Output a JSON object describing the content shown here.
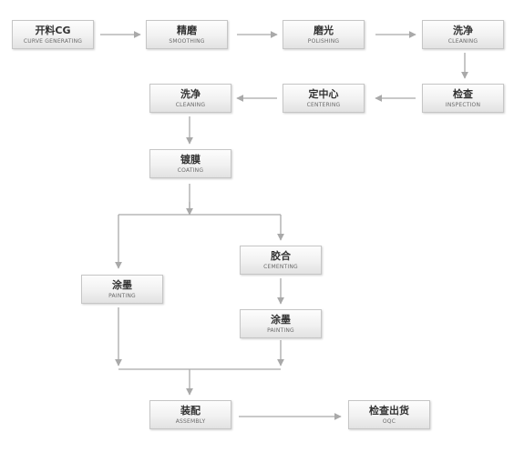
{
  "steps": {
    "curve_generating": {
      "zh": "开料CG",
      "en": "CURVE GENERATING"
    },
    "smoothing": {
      "zh": "精磨",
      "en": "SMOOTHING"
    },
    "polishing": {
      "zh": "磨光",
      "en": "POLISHING"
    },
    "cleaning_1": {
      "zh": "洗净",
      "en": "CLEANING"
    },
    "inspection": {
      "zh": "检查",
      "en": "INSPECTION"
    },
    "centering": {
      "zh": "定中心",
      "en": "CENTERING"
    },
    "cleaning_2": {
      "zh": "洗净",
      "en": "CLEANING"
    },
    "coating": {
      "zh": "镀膜",
      "en": "COATING"
    },
    "cementing": {
      "zh": "胶合",
      "en": "CEMENTING"
    },
    "painting_left": {
      "zh": "涂墨",
      "en": "PAINTING"
    },
    "painting_right": {
      "zh": "涂墨",
      "en": "PAINTING"
    },
    "assembly": {
      "zh": "装配",
      "en": "ASSEMBLY"
    },
    "oqc": {
      "zh": "检查出货",
      "en": "OQC"
    }
  },
  "colors": {
    "connector": "#a9a9a9",
    "box_border": "#c6c6c6",
    "label_text": "#333333",
    "sublabel_text": "#6a6a6a"
  }
}
